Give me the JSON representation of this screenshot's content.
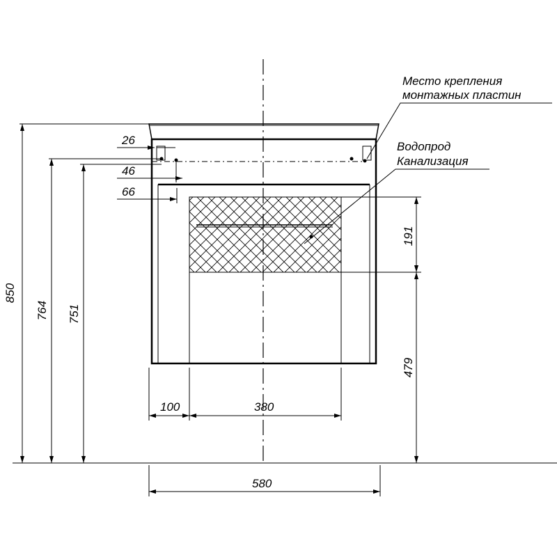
{
  "notes": {
    "mounting_line1": "Место крепления",
    "mounting_line2": "монтажных пластин",
    "water": "Водопрод",
    "sewer": "Канализация"
  },
  "dimensions": {
    "total_height": "850",
    "height_764": "764",
    "height_751": "751",
    "width_total": "580",
    "offset_left": "100",
    "drawer_width": "380",
    "drawer_height": "191",
    "drawer_bottom": "479",
    "offset_26": "26",
    "offset_46": "46",
    "offset_66": "66"
  }
}
